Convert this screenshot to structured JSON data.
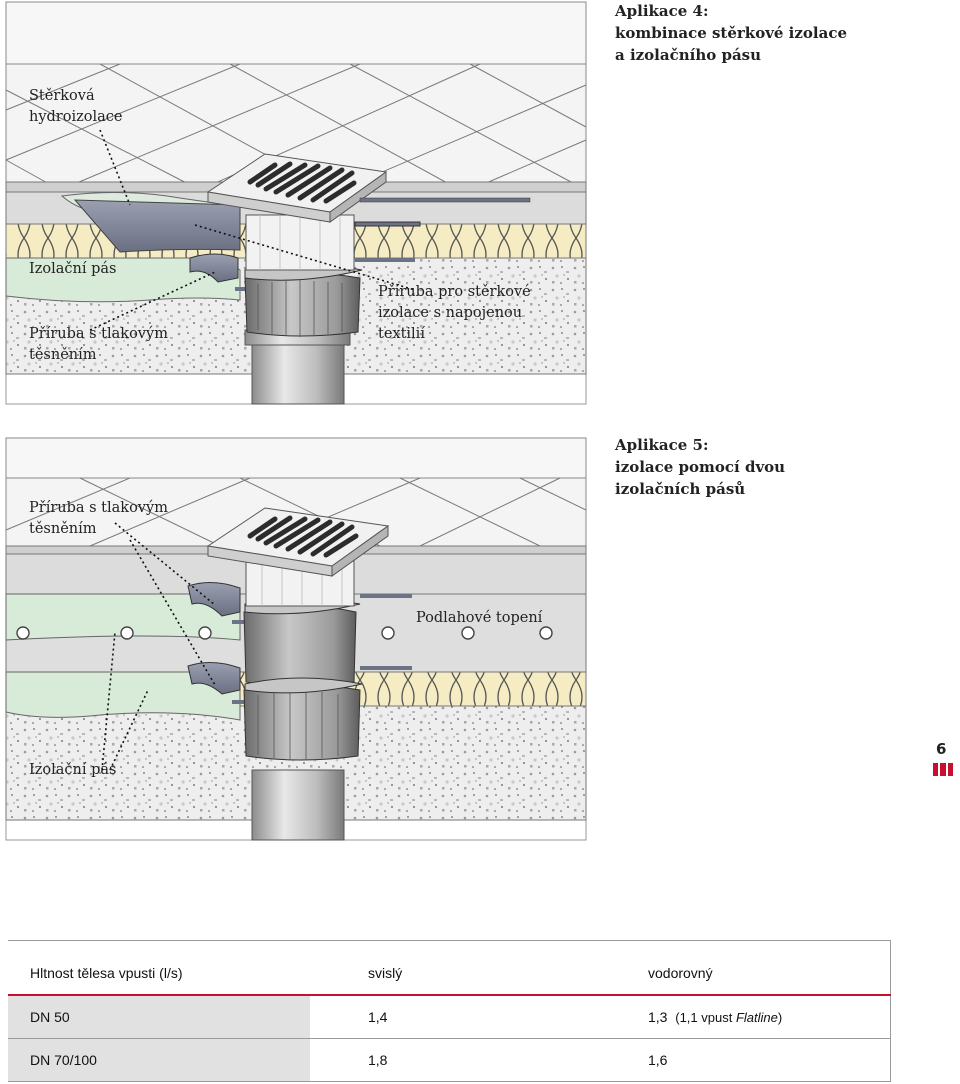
{
  "top_diagram": {
    "title_lines": [
      "Aplikace 4:",
      "kombinace stěrkové izolace",
      "a izolačního pásu"
    ],
    "label_sterkova": [
      "Stěrková",
      "hydroizolace"
    ],
    "label_izolacni_pas": "Izolační pás",
    "label_priruba_tlak": [
      "Příruba s tlakovým",
      "těsněním"
    ],
    "label_priruba_sterk": [
      "Příruba pro stěrkové",
      "izolace s napojenou",
      "textilií"
    ]
  },
  "bottom_diagram": {
    "title_lines": [
      "Aplikace 5:",
      "izolace pomocí dvou",
      "izolačních pásů"
    ],
    "label_priruba_tlak": [
      "Příruba s tlakovým",
      "těsněním"
    ],
    "label_podlahove": "Podlahové topení",
    "label_izolacni_pas": "Izolační pás"
  },
  "page_marker": {
    "number": "6"
  },
  "colors": {
    "accent": "#c8102e",
    "membrane": "#d8ead8",
    "flange": "#7a8194",
    "insulation": "#f4eabf"
  },
  "table": {
    "headers": [
      "Hltnost tělesa vpusti (l/s)",
      "svislý",
      "vodorovný"
    ],
    "rows": [
      {
        "dn": "DN 50",
        "svisly": "1,4",
        "vodorovny_main": "1,3",
        "vodorovny_note_prefix": "(1,1 vpust ",
        "vodorovny_note_italic": "Flatline",
        "vodorovny_note_suffix": ")"
      },
      {
        "dn": "DN 70/100",
        "svisly": "1,8",
        "vodorovny_main": "1,6",
        "vodorovny_note_prefix": "",
        "vodorovny_note_italic": "",
        "vodorovny_note_suffix": ""
      }
    ]
  }
}
